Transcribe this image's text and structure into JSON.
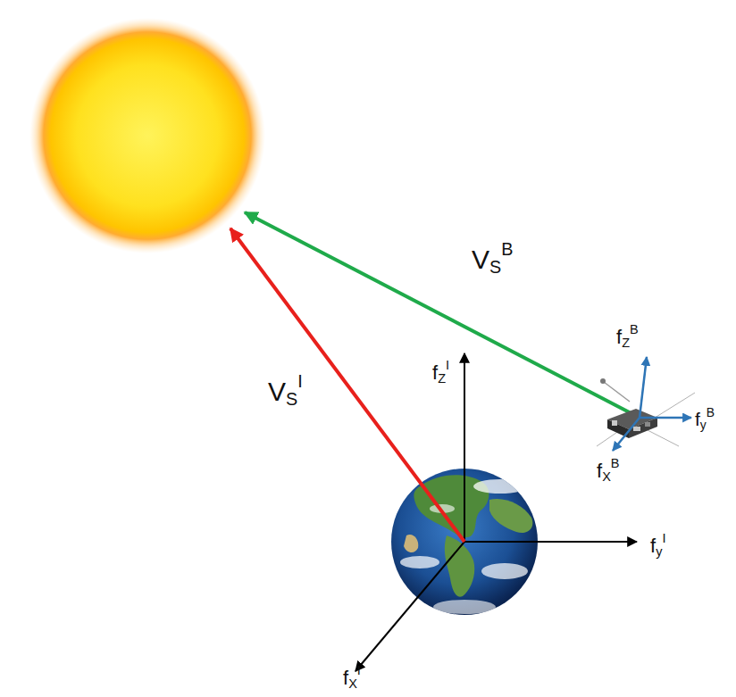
{
  "diagram": {
    "labels": [
      "VSI",
      "VSB",
      "fZI",
      "fyI",
      "fXI",
      "fZB",
      "fyB",
      "fXB"
    ]
  }
}
